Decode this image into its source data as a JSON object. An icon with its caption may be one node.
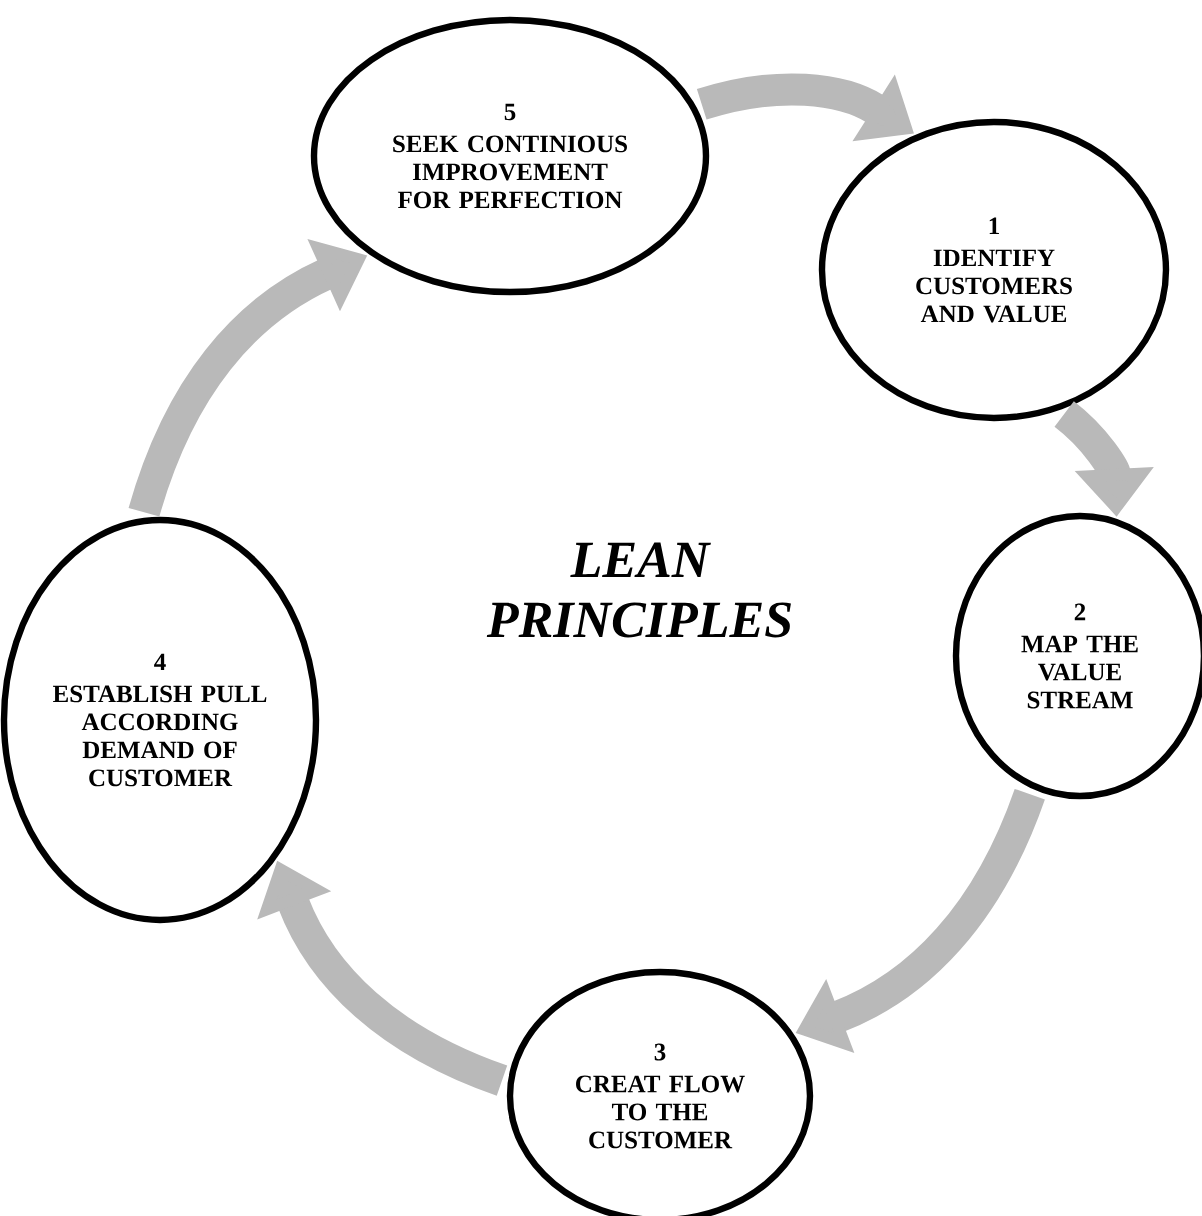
{
  "diagram": {
    "title": "LEAN PRINCIPLES",
    "nodes": [
      {
        "text": [
          "5",
          "SEEK CONTINIOUS IMPROVEMENT FOR PERFECTION"
        ]
      },
      {
        "text": [
          "1",
          "IDENTIFY CUSTOMERS AND VALUE"
        ]
      },
      {
        "text": [
          "2",
          "MAP THE VALUE STREAM"
        ]
      },
      {
        "text": [
          "3",
          "CREAT FLOW TO THE CUSTOMER"
        ]
      },
      {
        "text": [
          "4",
          "ESTABLISH PULL ACCORDING DEMAND OF CUSTOMER"
        ]
      }
    ],
    "edges": [
      {
        "from": 0,
        "to": 1,
        "arrow": "to"
      },
      {
        "from": 1,
        "to": 2,
        "arrow": "to"
      },
      {
        "from": 2,
        "to": 3,
        "arrow": "to"
      },
      {
        "from": 3,
        "to": 4,
        "arrow": "to"
      },
      {
        "from": 4,
        "to": 0,
        "arrow": "to"
      }
    ]
  }
}
